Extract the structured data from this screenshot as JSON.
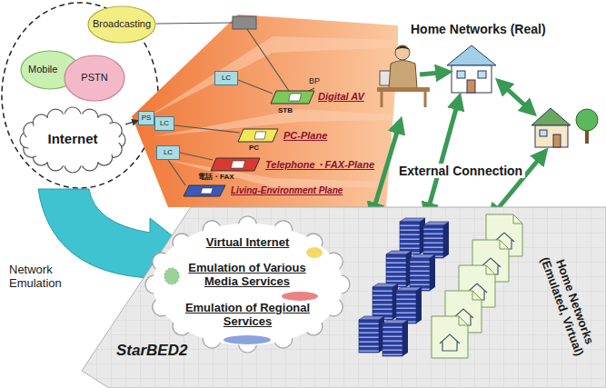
{
  "diagram": {
    "nodes": [
      {
        "text": [
          "Broadcasting"
        ]
      },
      {
        "text": [
          "Mobile"
        ]
      },
      {
        "text": [
          "PSTN"
        ]
      },
      {
        "text": [
          "Internet"
        ]
      },
      {
        "text": [
          "LC"
        ]
      },
      {
        "text": [
          "PS"
        ]
      },
      {
        "text": [
          "LC"
        ]
      },
      {
        "text": [
          "LC"
        ]
      },
      {
        "text": [
          "STB",
          "Digital AV"
        ]
      },
      {
        "text": [
          "PC",
          "PC-Plane"
        ]
      },
      {
        "text": [
          "電話・FAX",
          "Telephone・FAX-Plane"
        ]
      },
      {
        "text": [
          "Living-Environment Plane"
        ]
      },
      {
        "text": [
          "StarBED2"
        ]
      },
      {
        "text": [
          "Virtual Internet",
          "Emulation of Various Media Services",
          "Emulation of Regional Services"
        ],
        "in": 12
      }
    ],
    "edges": [
      {
        "from": 3,
        "to": 5,
        "arrow": "to"
      }
    ],
    "labels": [
      "BP",
      "Home Networks (Real)",
      "External Connection",
      "Network Emulation",
      "Home Networks (Emulated, Virtual)"
    ]
  }
}
